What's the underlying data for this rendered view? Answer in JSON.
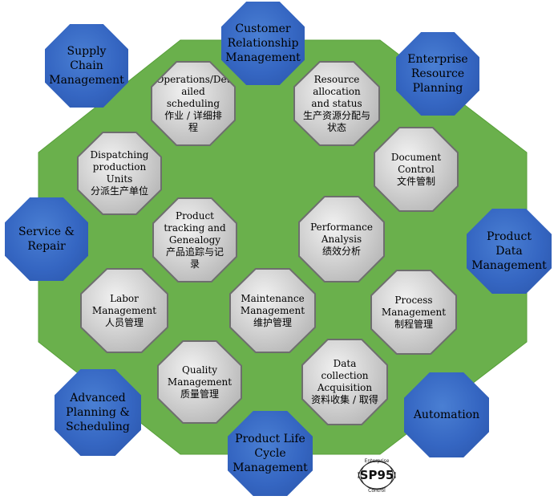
{
  "diagram": {
    "center_color": "#6ab04c",
    "outer_color": "#3566c2",
    "outer_nodes": [
      {
        "id": "customer-relationship-management",
        "label": "Customer Relationship Management"
      },
      {
        "id": "supply-chain-management",
        "label": "Supply Chain Management"
      },
      {
        "id": "enterprise-resource-planning",
        "label": "Enterprise Resource Planning"
      },
      {
        "id": "service-repair",
        "label": "Service & Repair"
      },
      {
        "id": "product-data-management",
        "label": "Product Data Management"
      },
      {
        "id": "advanced-planning-scheduling",
        "label": "Advanced Planning & Scheduling"
      },
      {
        "id": "automation",
        "label": "Automation"
      },
      {
        "id": "product-life-cycle-management",
        "label": "Product Life Cycle Management"
      }
    ],
    "inner_nodes": [
      {
        "id": "operations-detailed-scheduling",
        "en": "Operations/Det ailed scheduling",
        "zh": "作业 / 详细排程"
      },
      {
        "id": "resource-allocation-status",
        "en": "Resource allocation and status",
        "zh": "生产资源分配与状态"
      },
      {
        "id": "dispatching-production-units",
        "en": "Dispatching production Units",
        "zh": "分派生产单位"
      },
      {
        "id": "document-control",
        "en": "Document Control",
        "zh": "文件管制"
      },
      {
        "id": "product-tracking-genealogy",
        "en": "Product tracking and Genealogy",
        "zh": "产品追踪与记录"
      },
      {
        "id": "performance-analysis",
        "en": "Performance Analysis",
        "zh": "绩效分析"
      },
      {
        "id": "labor-management",
        "en": "Labor Management",
        "zh": "人员管理"
      },
      {
        "id": "maintenance-management",
        "en": "Maintenance Management",
        "zh": "维护管理"
      },
      {
        "id": "process-management",
        "en": "Process Management",
        "zh": "制程管理"
      },
      {
        "id": "quality-management",
        "en": "Quality Management",
        "zh": "质量管理"
      },
      {
        "id": "data-collection-acquisition",
        "en": "Data collection Acquisition",
        "zh": "资料收集 / 取得"
      }
    ]
  },
  "logo": {
    "top_text": "Enterprise",
    "main_text": "SP95",
    "bottom_text": "Control"
  }
}
